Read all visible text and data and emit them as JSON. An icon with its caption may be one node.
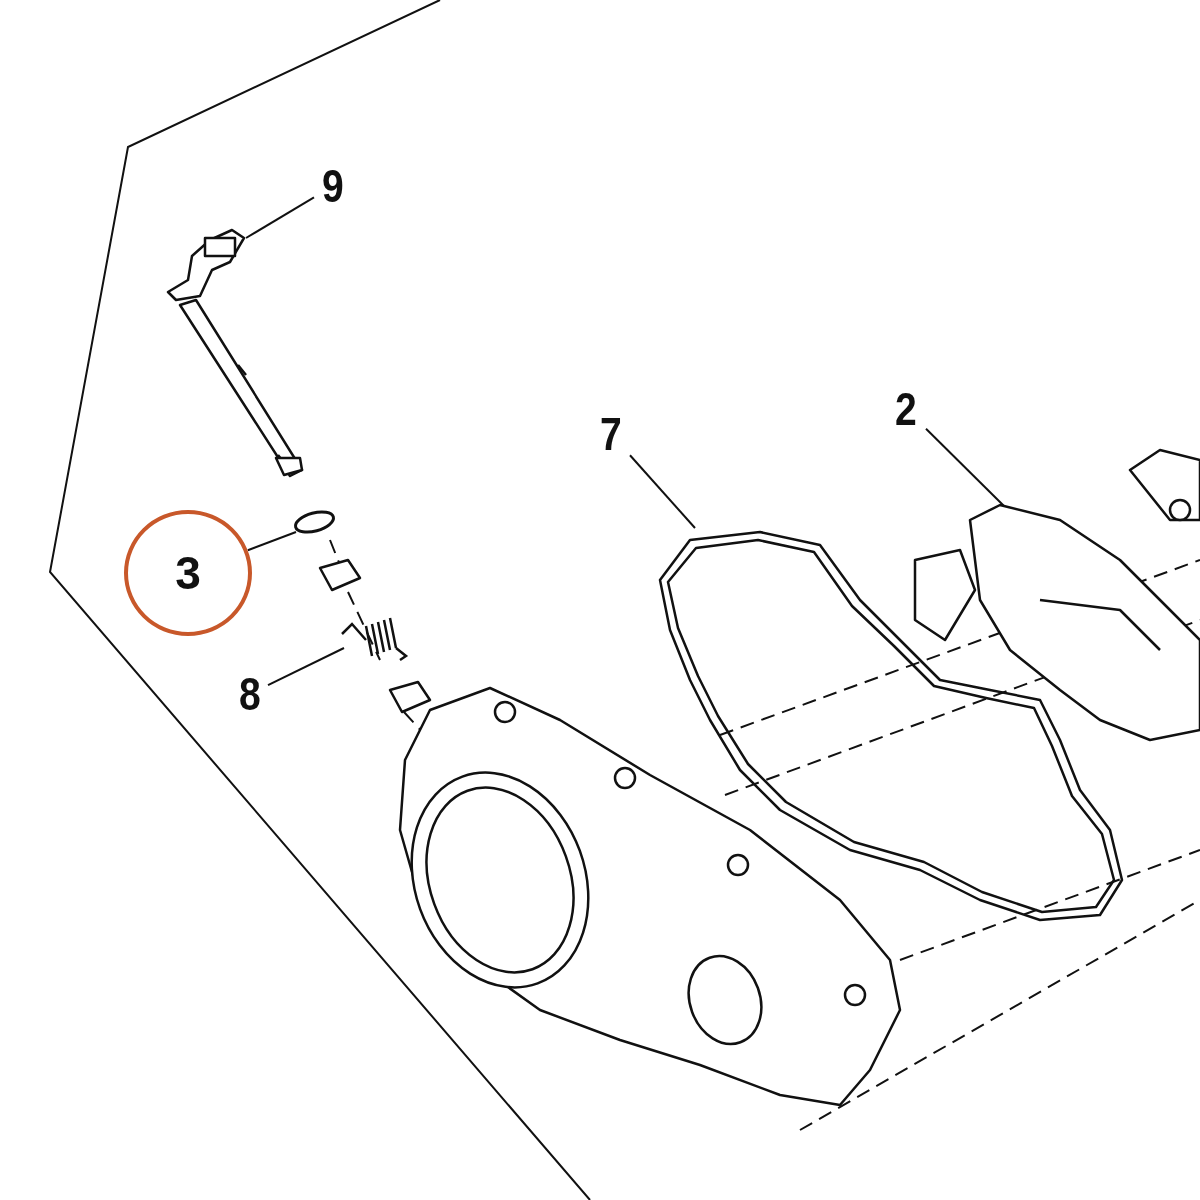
{
  "diagram": {
    "nodes": [
      {
        "text": [
          "9"
        ]
      },
      {
        "text": [],
        "shape": "picture"
      },
      {
        "text": [
          "3"
        ]
      },
      {
        "text": [],
        "shape": "circle"
      },
      {
        "text": [
          "8"
        ]
      },
      {
        "text": [],
        "shape": "picture"
      },
      {
        "text": [
          "7"
        ]
      },
      {
        "text": [],
        "shape": "picture"
      },
      {
        "text": [
          "2"
        ]
      },
      {
        "text": [],
        "shape": "picture"
      }
    ],
    "edges": [
      {
        "from": 0,
        "to": 1,
        "arrow": "none"
      },
      {
        "from": 2,
        "to": 3,
        "arrow": "none"
      },
      {
        "from": 4,
        "to": 5,
        "arrow": "none"
      },
      {
        "from": 6,
        "to": 7,
        "arrow": "none"
      },
      {
        "from": 8,
        "to": 9,
        "arrow": "none"
      }
    ]
  }
}
